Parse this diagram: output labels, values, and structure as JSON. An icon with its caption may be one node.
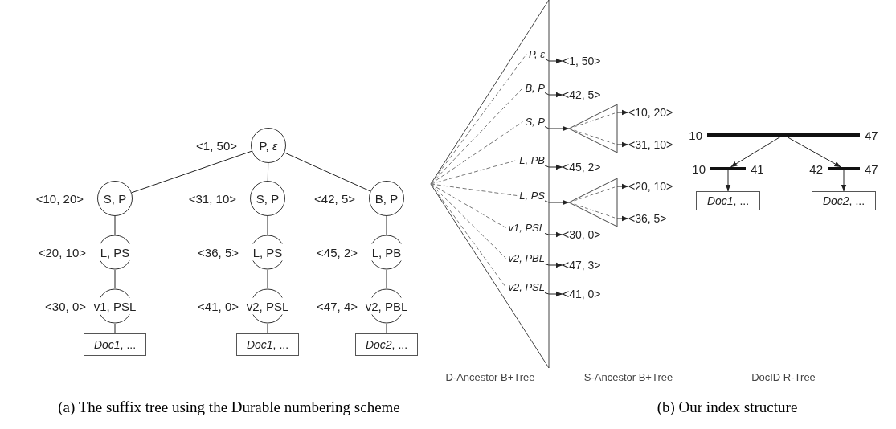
{
  "diagram": {
    "nodes": [
      {
        "text": [
          "P, *ε*"
        ],
        "beside": [
          "<1, 50>"
        ]
      },
      {
        "text": [
          "S, P"
        ],
        "beside": [
          "<10, 20>"
        ]
      },
      {
        "text": [
          "S, P"
        ],
        "beside": [
          "<31, 10>"
        ]
      },
      {
        "text": [
          "B, P"
        ],
        "beside": [
          "<42, 5>"
        ]
      },
      {
        "text": [
          "L, PS"
        ],
        "beside": [
          "<20, 10>"
        ]
      },
      {
        "text": [
          "L, PS"
        ],
        "beside": [
          "<36, 5>"
        ]
      },
      {
        "text": [
          "L, PB"
        ],
        "beside": [
          "<45, 2>"
        ]
      },
      {
        "text": [
          "v1, PSL"
        ],
        "beside": [
          "<30, 0>"
        ]
      },
      {
        "text": [
          "v2, PSL"
        ],
        "beside": [
          "<41, 0>"
        ]
      },
      {
        "text": [
          "v2, PBL"
        ],
        "beside": [
          "<47, 4>"
        ]
      },
      {
        "text": [
          "*Doc1*, ..."
        ]
      },
      {
        "text": [
          "*Doc1*, ..."
        ]
      },
      {
        "text": [
          "*Doc2*, ..."
        ]
      },
      {
        "text": [],
        "shape": "triangle"
      },
      {
        "text": [
          "P, ε"
        ],
        "in": 13
      },
      {
        "text": [
          "B, P"
        ],
        "in": 13
      },
      {
        "text": [
          "S, P"
        ],
        "in": 13
      },
      {
        "text": [
          "L, PB"
        ],
        "in": 13
      },
      {
        "text": [
          "L, PS"
        ],
        "in": 13
      },
      {
        "text": [
          "v1, PSL"
        ],
        "in": 13
      },
      {
        "text": [
          "v2, PBL"
        ],
        "in": 13
      },
      {
        "text": [
          "v2, PSL"
        ],
        "in": 13
      },
      {
        "text": [
          "<1, 50>"
        ]
      },
      {
        "text": [
          "<42, 5>"
        ]
      },
      {
        "text": [],
        "shape": "triangle"
      },
      {
        "text": [
          "<10, 20>"
        ]
      },
      {
        "text": [
          "<31, 10>"
        ]
      },
      {
        "text": [
          "<45, 2>"
        ]
      },
      {
        "text": [],
        "shape": "triangle"
      },
      {
        "text": [
          "<20, 10>"
        ]
      },
      {
        "text": [
          "<36, 5>"
        ]
      },
      {
        "text": [
          "<30, 0>"
        ]
      },
      {
        "text": [
          "<47, 3>"
        ]
      },
      {
        "text": [
          "<41, 0>"
        ]
      },
      {
        "text": [],
        "shape": "bar",
        "beside": [
          "10",
          "47"
        ]
      },
      {
        "text": [],
        "shape": "bar",
        "beside": [
          "10",
          "41"
        ]
      },
      {
        "text": [],
        "shape": "bar",
        "beside": [
          "42",
          "47"
        ]
      },
      {
        "text": [
          "*Doc1*, ..."
        ]
      },
      {
        "text": [
          "*Doc2*, ..."
        ]
      }
    ],
    "edges": [
      {
        "from": 0,
        "to": 1,
        "arrow": "none"
      },
      {
        "from": 0,
        "to": 2,
        "arrow": "none"
      },
      {
        "from": 0,
        "to": 3,
        "arrow": "none"
      },
      {
        "from": 1,
        "to": 4,
        "arrow": "none"
      },
      {
        "from": 2,
        "to": 5,
        "arrow": "none"
      },
      {
        "from": 3,
        "to": 6,
        "arrow": "none"
      },
      {
        "from": 4,
        "to": 7,
        "arrow": "none"
      },
      {
        "from": 5,
        "to": 8,
        "arrow": "none"
      },
      {
        "from": 6,
        "to": 9,
        "arrow": "none"
      },
      {
        "from": 7,
        "to": 10,
        "arrow": "none"
      },
      {
        "from": 8,
        "to": 11,
        "arrow": "none"
      },
      {
        "from": 9,
        "to": 12,
        "arrow": "none"
      },
      {
        "from": 14,
        "to": 22,
        "arrow": "to"
      },
      {
        "from": 15,
        "to": 23,
        "arrow": "to"
      },
      {
        "from": 16,
        "to": 24,
        "arrow": "to"
      },
      {
        "from": 24,
        "to": 25,
        "arrow": "to"
      },
      {
        "from": 24,
        "to": 26,
        "arrow": "to"
      },
      {
        "from": 17,
        "to": 27,
        "arrow": "to"
      },
      {
        "from": 18,
        "to": 28,
        "arrow": "to"
      },
      {
        "from": 28,
        "to": 29,
        "arrow": "to"
      },
      {
        "from": 28,
        "to": 30,
        "arrow": "to"
      },
      {
        "from": 19,
        "to": 31,
        "arrow": "to"
      },
      {
        "from": 20,
        "to": 32,
        "arrow": "to"
      },
      {
        "from": 21,
        "to": 33,
        "arrow": "to"
      },
      {
        "from": 34,
        "to": 35,
        "arrow": "to"
      },
      {
        "from": 34,
        "to": 36,
        "arrow": "to"
      },
      {
        "from": 35,
        "to": 37,
        "arrow": "to"
      },
      {
        "from": 36,
        "to": 38,
        "arrow": "to"
      }
    ],
    "labels": [
      "D-Ancestor B+Tree",
      "S-Ancestor B+Tree",
      "DocID R-Tree",
      "(a) The suffix tree using the Durable numbering scheme",
      "(b) Our index structure"
    ]
  }
}
